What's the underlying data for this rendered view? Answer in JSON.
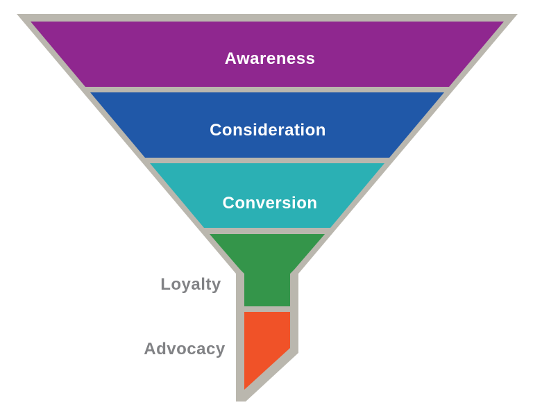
{
  "diagram": {
    "type": "funnel",
    "orientation": "top-wide-to-bottom-narrow",
    "colors": {
      "background": "#ffffff",
      "outline": "#bab7ae",
      "label_inside_text": "#ffffff",
      "label_outside_text": "#818285"
    },
    "stages": [
      {
        "label": "Awareness",
        "color": "#8f278f",
        "label_placement": "inside",
        "label_color": "#ffffff"
      },
      {
        "label": "Consideration",
        "color": "#2058a8",
        "label_placement": "inside",
        "label_color": "#ffffff"
      },
      {
        "label": "Conversion",
        "color": "#2bb0b4",
        "label_placement": "inside",
        "label_color": "#ffffff"
      },
      {
        "label": "Loyalty",
        "color": "#34954a",
        "label_placement": "outside-left",
        "label_color": "#818285"
      },
      {
        "label": "Advocacy",
        "color": "#f05228",
        "label_placement": "outside-left",
        "label_color": "#818285"
      }
    ]
  }
}
